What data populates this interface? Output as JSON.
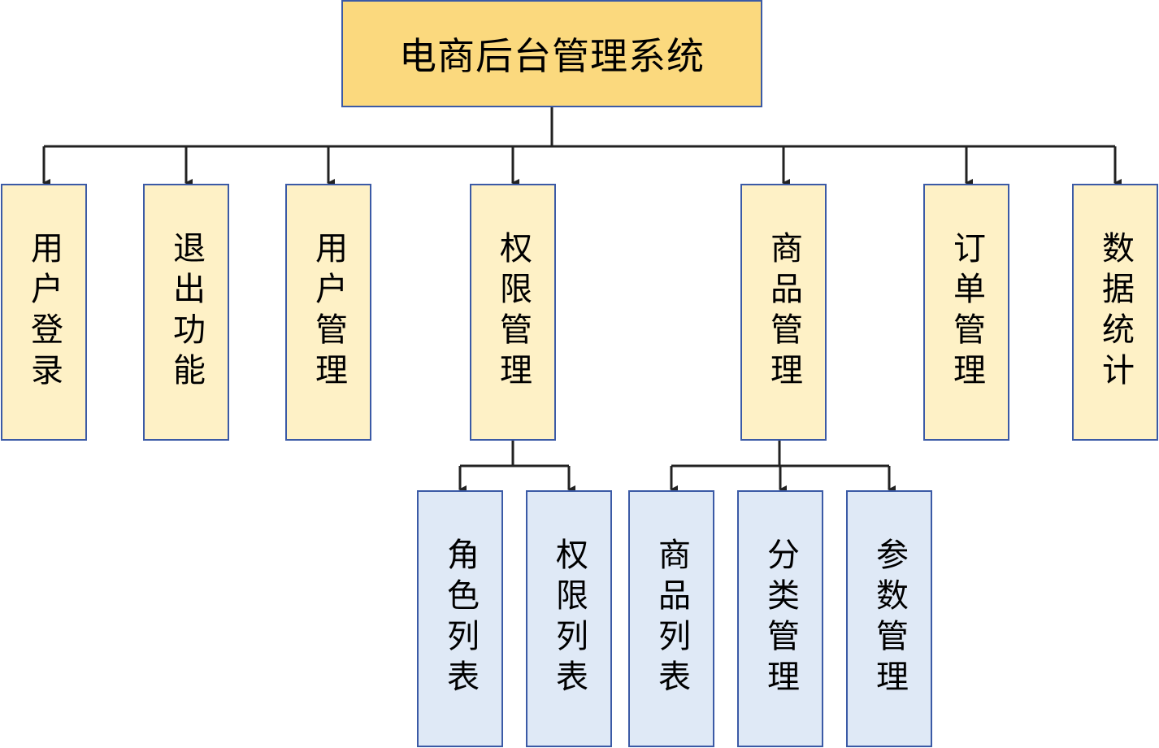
{
  "colors": {
    "root_fill": "#fbd97e",
    "level1_fill": "#fef1c6",
    "level2_fill": "#dfe9f6",
    "border": "#3b5aa6",
    "connector": "#222222"
  },
  "root": {
    "label": "电商后台管理系统"
  },
  "level1": [
    {
      "label": "用户登录"
    },
    {
      "label": "退出功能"
    },
    {
      "label": "用户管理"
    },
    {
      "label": "权限管理"
    },
    {
      "label": "商品管理"
    },
    {
      "label": "订单管理"
    },
    {
      "label": "数据统计"
    }
  ],
  "level2": [
    {
      "label": "角色列表",
      "parent": "权限管理"
    },
    {
      "label": "权限列表",
      "parent": "权限管理"
    },
    {
      "label": "商品列表",
      "parent": "商品管理"
    },
    {
      "label": "分类管理",
      "parent": "商品管理"
    },
    {
      "label": "参数管理",
      "parent": "商品管理"
    }
  ]
}
